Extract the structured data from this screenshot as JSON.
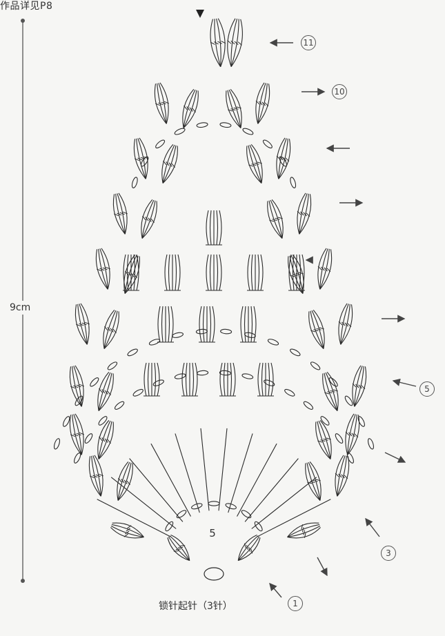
{
  "header": {
    "caption": "作品详见P8"
  },
  "scale": {
    "label": "9cm"
  },
  "center": {
    "value": "5"
  },
  "footer": {
    "start_note": "锁针起针（3针）"
  },
  "round_markers": [
    {
      "label": "11",
      "direction": "left"
    },
    {
      "label": "10",
      "direction": "right"
    },
    {
      "label": "5",
      "direction": "left"
    },
    {
      "label": "3",
      "direction": "up"
    },
    {
      "label": "1",
      "direction": "up"
    }
  ],
  "colors": {
    "ink": "#2a2a2a",
    "marker": "#555555",
    "paper": "#f6f6f4"
  }
}
